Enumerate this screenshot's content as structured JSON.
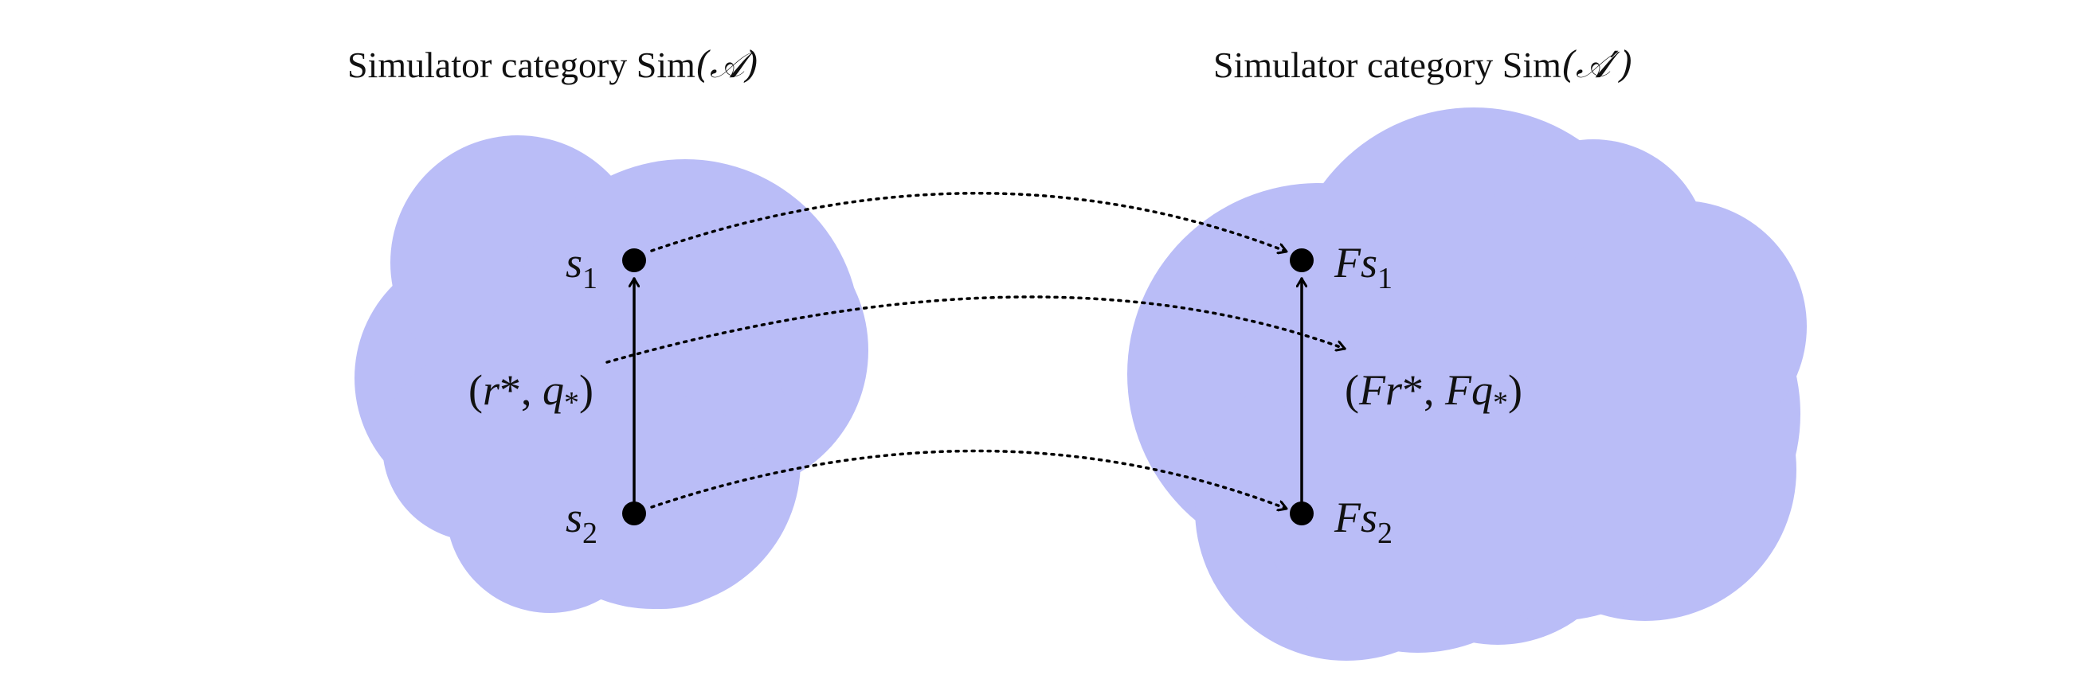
{
  "colors": {
    "cloud": "#babdf7",
    "ink": "#000000",
    "background": "#ffffff"
  },
  "left": {
    "title_prefix": "Simulator category ",
    "title_func": "Sim",
    "title_arg": "(𝒜)",
    "node_top": {
      "base": "s",
      "sub": "1"
    },
    "node_bottom": {
      "base": "s",
      "sub": "2"
    },
    "edge_label": {
      "open": "(",
      "r": "r",
      "star": "*",
      "comma": ", ",
      "q": "q",
      "qsub": "*",
      "close": ")"
    }
  },
  "right": {
    "title_prefix": "Simulator category ",
    "title_func": "Sim",
    "title_arg": "(𝒜′)",
    "node_top": {
      "base": "Fs",
      "sub": "1"
    },
    "node_bottom": {
      "base": "Fs",
      "sub": "2"
    },
    "edge_label": {
      "open": "(",
      "r": "Fr",
      "star": "*",
      "comma": ", ",
      "q": "Fq",
      "qsub": "*",
      "close": ")"
    }
  }
}
